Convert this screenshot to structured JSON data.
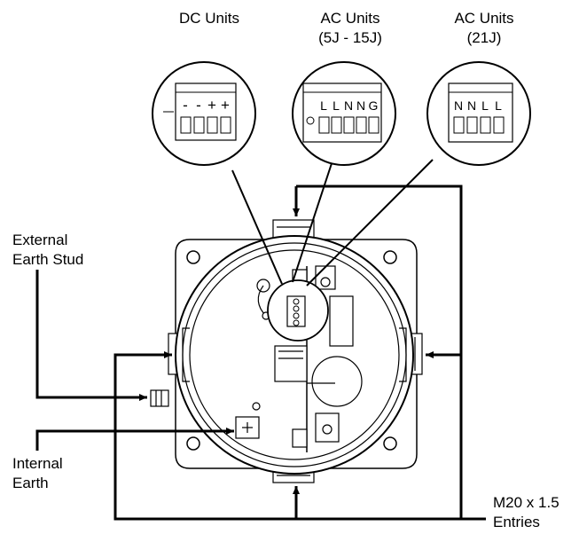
{
  "labels": {
    "dc_units": "DC Units",
    "ac_units_1_line1": "AC Units",
    "ac_units_1_line2": "(5J - 15J)",
    "ac_units_2_line1": "AC Units",
    "ac_units_2_line2": "(21J)",
    "external_earth_line1": "External",
    "external_earth_line2": "Earth Stud",
    "internal_earth_line1": "Internal",
    "internal_earth_line2": "Earth",
    "entries_line1": "M20 x 1.5",
    "entries_line2": "Entries"
  },
  "terminals": {
    "dc": [
      "-",
      "-",
      "+",
      "+"
    ],
    "ac_5j_15j": [
      "L",
      "L",
      "N",
      "N",
      "G"
    ],
    "ac_21j": [
      "N",
      "N",
      "L",
      "L"
    ]
  },
  "colors": {
    "line": "#000000",
    "background": "#ffffff",
    "fill": "#ffffff"
  }
}
